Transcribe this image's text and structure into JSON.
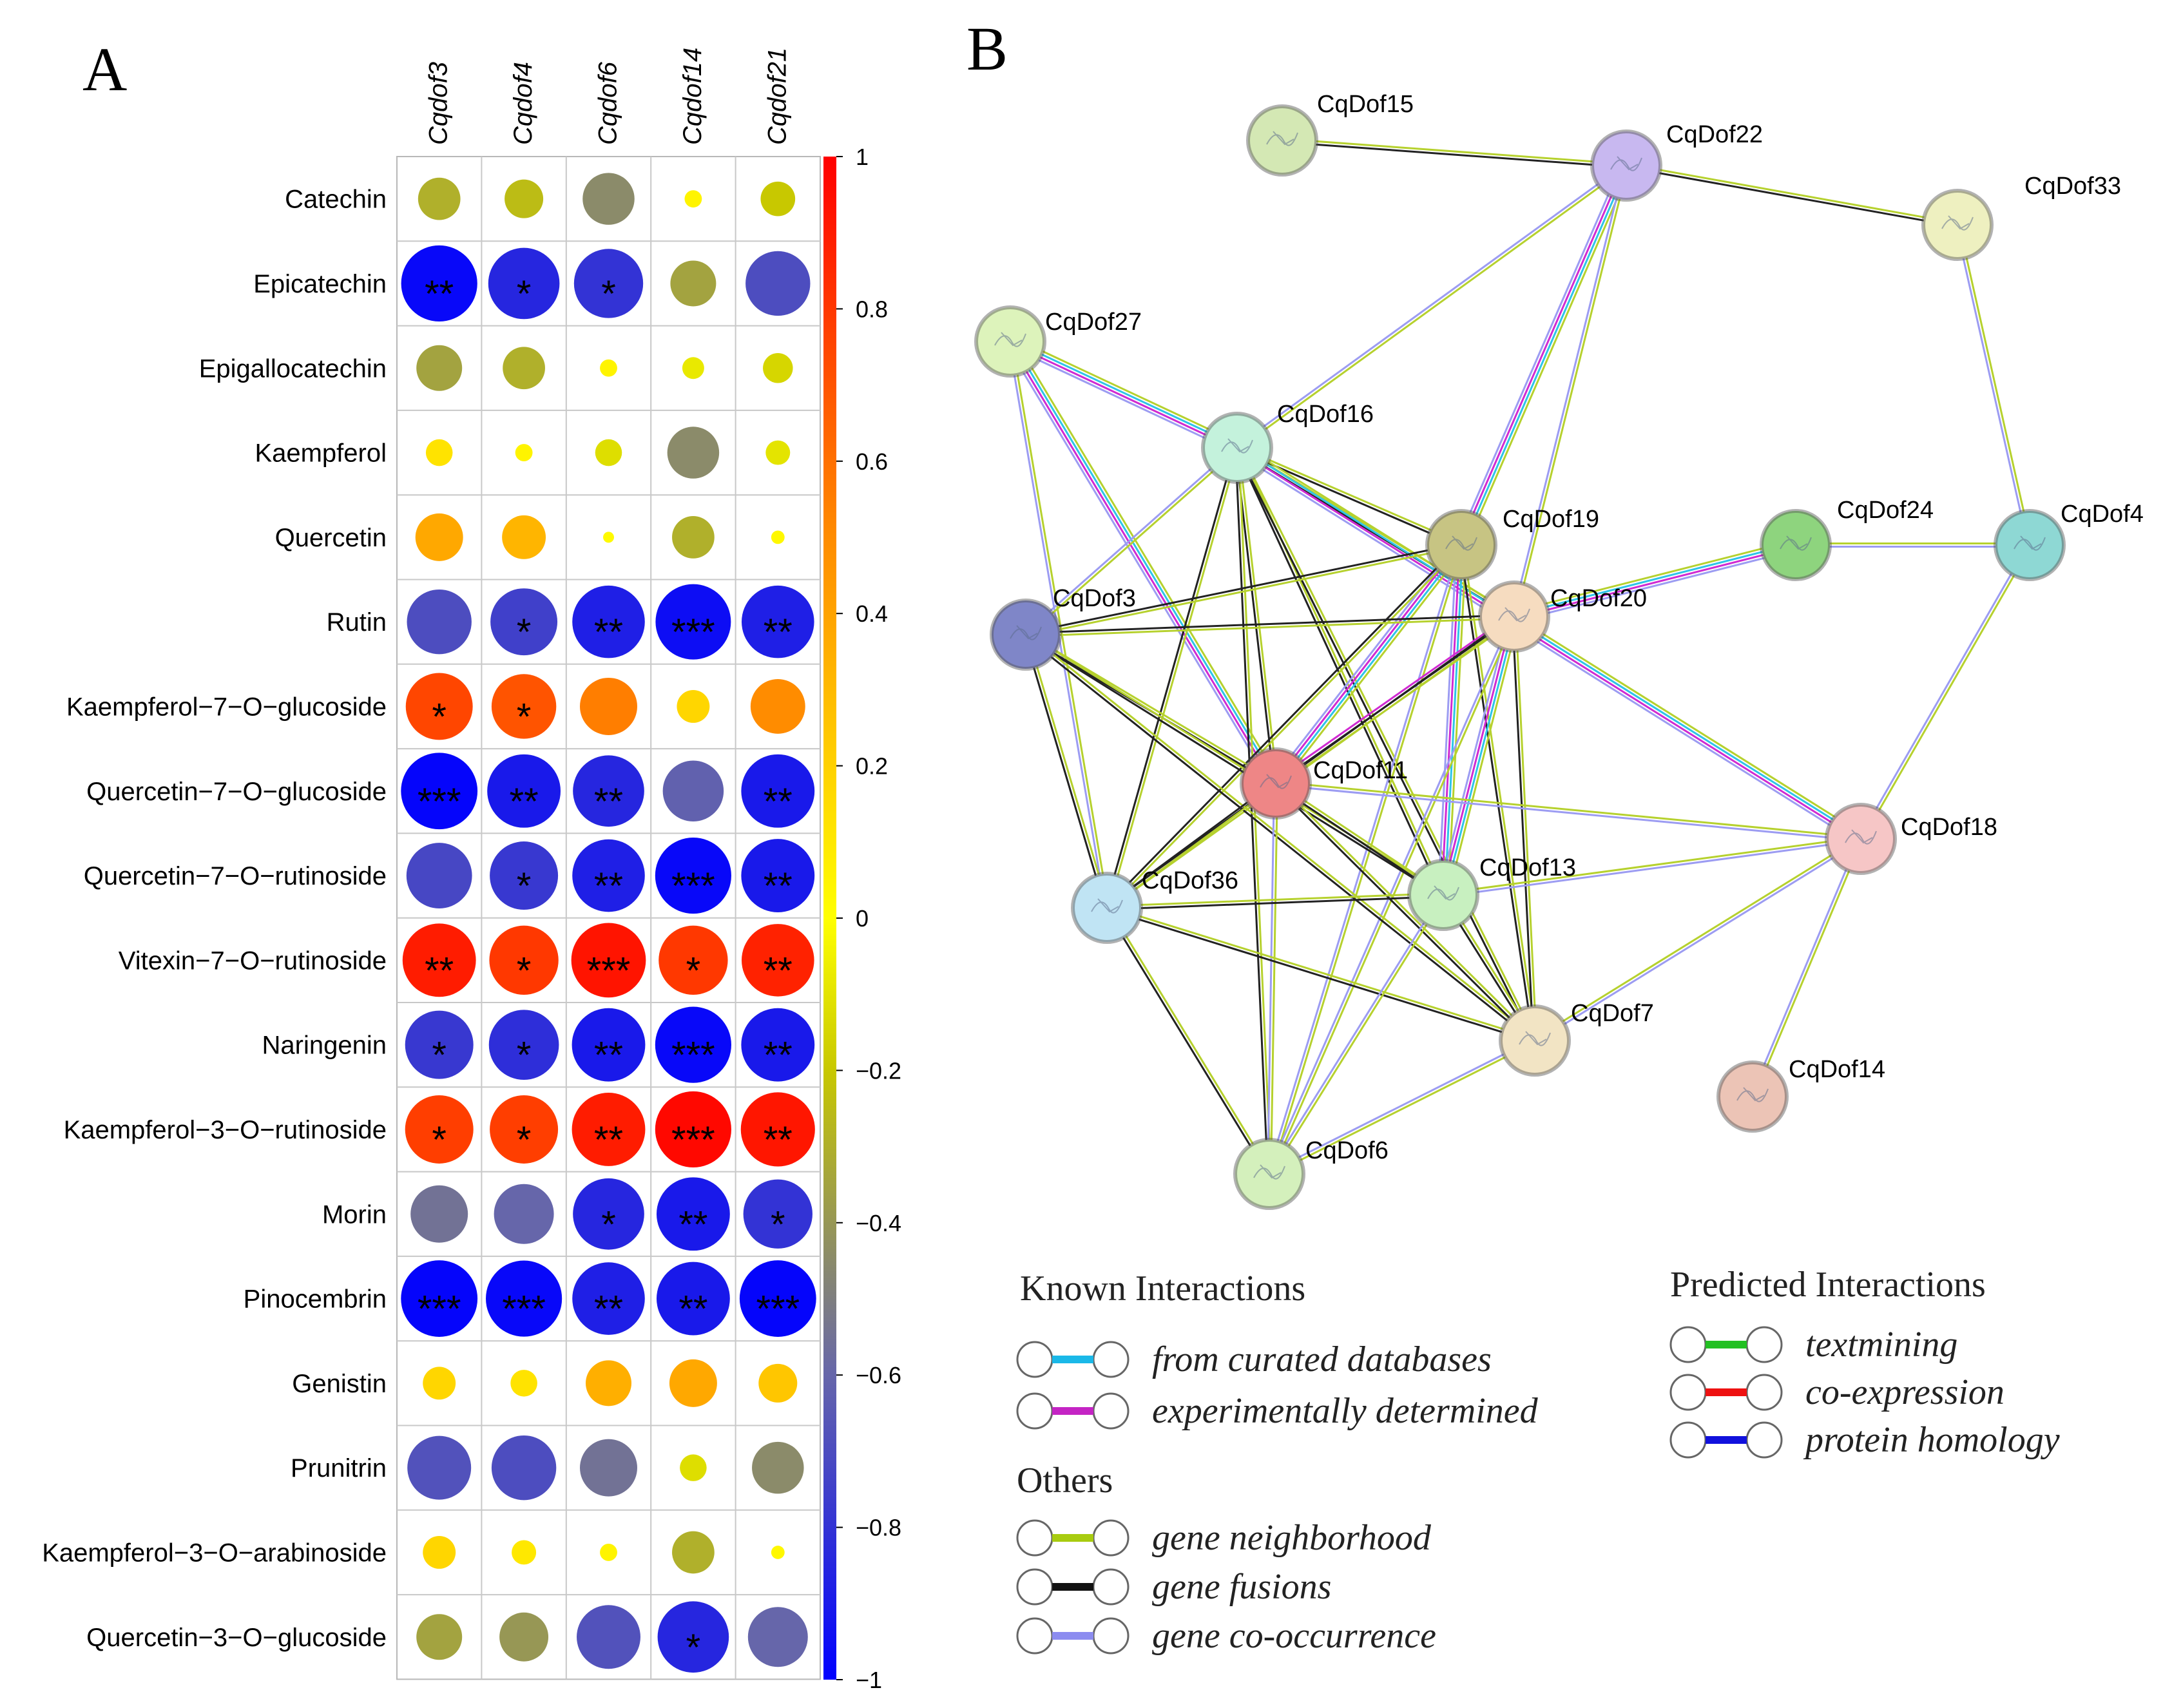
{
  "panel_a_letter": "A",
  "panel_b_letter": "B",
  "chart_data": {
    "type": "heatmap",
    "title": "",
    "columns": [
      "Cqdof3",
      "Cqdof4",
      "Cqdof6",
      "Cqdof14",
      "Cqdof21"
    ],
    "rows": [
      {
        "label": "Catechin",
        "values": [
          -0.3,
          -0.25,
          -0.45,
          0.05,
          -0.2
        ],
        "stars": [
          "",
          "",
          "",
          "",
          ""
        ]
      },
      {
        "label": "Epicatechin",
        "values": [
          -0.97,
          -0.85,
          -0.8,
          -0.35,
          -0.7
        ],
        "stars": [
          "**",
          "*",
          "*",
          "",
          ""
        ]
      },
      {
        "label": "Epigallocatechin",
        "values": [
          -0.35,
          -0.3,
          0.05,
          -0.08,
          -0.15
        ],
        "stars": [
          "",
          "",
          "",
          "",
          ""
        ]
      },
      {
        "label": "Kaempferol",
        "values": [
          0.12,
          0.05,
          -0.12,
          -0.45,
          -0.1
        ],
        "stars": [
          "",
          "",
          "",
          "",
          ""
        ]
      },
      {
        "label": "Quercetin",
        "values": [
          0.38,
          0.32,
          0.02,
          -0.3,
          0.03
        ],
        "stars": [
          "",
          "",
          "",
          "",
          ""
        ]
      },
      {
        "label": "Rutin",
        "values": [
          -0.7,
          -0.75,
          -0.88,
          -0.95,
          -0.88
        ],
        "stars": [
          "",
          "*",
          "**",
          "***",
          "**"
        ]
      },
      {
        "label": "Kaempferol−7−O−glucoside",
        "values": [
          0.75,
          0.7,
          0.55,
          0.18,
          0.5
        ],
        "stars": [
          "*",
          "*",
          "",
          "",
          ""
        ]
      },
      {
        "label": "Quercetin−7−O−glucoside",
        "values": [
          -0.98,
          -0.9,
          -0.85,
          -0.62,
          -0.9
        ],
        "stars": [
          "***",
          "**",
          "**",
          "",
          "**"
        ]
      },
      {
        "label": "Quercetin−7−O−rutinoside",
        "values": [
          -0.72,
          -0.78,
          -0.88,
          -0.97,
          -0.9
        ],
        "stars": [
          "",
          "*",
          "**",
          "***",
          "**"
        ]
      },
      {
        "label": "Vitexin−7−O−rutinoside",
        "values": [
          0.9,
          0.8,
          0.93,
          0.8,
          0.88
        ],
        "stars": [
          "**",
          "*",
          "***",
          "*",
          "**"
        ]
      },
      {
        "label": "Naringenin",
        "values": [
          -0.78,
          -0.82,
          -0.9,
          -0.97,
          -0.9
        ],
        "stars": [
          "*",
          "*",
          "**",
          "***",
          "**"
        ]
      },
      {
        "label": "Kaempferol−3−O−rutinoside",
        "values": [
          0.78,
          0.78,
          0.9,
          0.97,
          0.92
        ],
        "stars": [
          "*",
          "*",
          "**",
          "***",
          "**"
        ]
      },
      {
        "label": "Morin",
        "values": [
          -0.55,
          -0.6,
          -0.85,
          -0.9,
          -0.8
        ],
        "stars": [
          "",
          "",
          "*",
          "**",
          "*"
        ]
      },
      {
        "label": "Pinocembrin",
        "values": [
          -0.98,
          -0.97,
          -0.88,
          -0.9,
          -0.98
        ],
        "stars": [
          "***",
          "***",
          "**",
          "**",
          "***"
        ]
      },
      {
        "label": "Genistin",
        "values": [
          0.18,
          0.12,
          0.35,
          0.38,
          0.25
        ],
        "stars": [
          "",
          "",
          "",
          "",
          ""
        ]
      },
      {
        "label": "Prunitrin",
        "values": [
          -0.68,
          -0.7,
          -0.55,
          -0.12,
          -0.45
        ],
        "stars": [
          "",
          "",
          "",
          "",
          ""
        ]
      },
      {
        "label": "Kaempferol−3−O−arabinoside",
        "values": [
          0.18,
          0.1,
          0.05,
          -0.3,
          0.03
        ],
        "stars": [
          "",
          "",
          "",
          "",
          ""
        ]
      },
      {
        "label": "Quercetin−3−O−glucoside",
        "values": [
          -0.35,
          -0.4,
          -0.68,
          -0.85,
          -0.6
        ],
        "stars": [
          "",
          "",
          "",
          "*",
          ""
        ]
      }
    ],
    "colorbar": {
      "range": [
        -1,
        1
      ],
      "ticks": [
        "1",
        "0.8",
        "0.6",
        "0.4",
        "0.2",
        "0",
        "−0.2",
        "−0.4",
        "−0.6",
        "−0.8",
        "−1"
      ],
      "colors": [
        "#0000ff",
        "#6666aa",
        "#c8c800",
        "#ffff00",
        "#ff8c00",
        "#ff0000"
      ]
    }
  },
  "network": {
    "nodes": [
      {
        "id": "CqDof15",
        "color": "#d4e8b4"
      },
      {
        "id": "CqDof22",
        "color": "#c8b8f0"
      },
      {
        "id": "CqDof33",
        "color": "#eef0c0"
      },
      {
        "id": "CqDof27",
        "color": "#ddf3bb"
      },
      {
        "id": "CqDof16",
        "color": "#c4f2dc"
      },
      {
        "id": "CqDof19",
        "color": "#c7c483"
      },
      {
        "id": "CqDof24",
        "color": "#8ed47e"
      },
      {
        "id": "CqDof4",
        "color": "#8ed8d4"
      },
      {
        "id": "CqDof3",
        "color": "#7f86c8"
      },
      {
        "id": "CqDof20",
        "color": "#f6dcc0"
      },
      {
        "id": "CqDof11",
        "color": "#ee8686"
      },
      {
        "id": "CqDof18",
        "color": "#f6c6c6"
      },
      {
        "id": "CqDof36",
        "color": "#c0e4f4"
      },
      {
        "id": "CqDof13",
        "color": "#c8f0c0"
      },
      {
        "id": "CqDof7",
        "color": "#f2e4c4"
      },
      {
        "id": "CqDof14",
        "color": "#ecc4b6"
      },
      {
        "id": "CqDof6",
        "color": "#d4f0bc"
      }
    ],
    "edges": [
      [
        "CqDof15",
        "CqDof22",
        "yk"
      ],
      [
        "CqDof22",
        "CqDof33",
        "yk"
      ],
      [
        "CqDof22",
        "CqDof16",
        "yp"
      ],
      [
        "CqDof22",
        "CqDof19",
        "ycmp"
      ],
      [
        "CqDof22",
        "CqDof20",
        "yp"
      ],
      [
        "CqDof33",
        "CqDof4",
        "yp"
      ],
      [
        "CqDof27",
        "CqDof16",
        "ycmp"
      ],
      [
        "CqDof27",
        "CqDof11",
        "ycmp"
      ],
      [
        "CqDof27",
        "CqDof36",
        "yp"
      ],
      [
        "CqDof16",
        "CqDof19",
        "yk"
      ],
      [
        "CqDof16",
        "CqDof20",
        "yk"
      ],
      [
        "CqDof16",
        "CqDof11",
        "yk"
      ],
      [
        "CqDof16",
        "CqDof3",
        "yp"
      ],
      [
        "CqDof16",
        "CqDof36",
        "yk"
      ],
      [
        "CqDof16",
        "CqDof13",
        "yk"
      ],
      [
        "CqDof16",
        "CqDof7",
        "yk"
      ],
      [
        "CqDof16",
        "CqDof6",
        "yk"
      ],
      [
        "CqDof16",
        "CqDof18",
        "ycmp"
      ],
      [
        "CqDof19",
        "CqDof11",
        "ycmp"
      ],
      [
        "CqDof19",
        "CqDof3",
        "yk"
      ],
      [
        "CqDof19",
        "CqDof36",
        "yk"
      ],
      [
        "CqDof19",
        "CqDof13",
        "ycmp"
      ],
      [
        "CqDof19",
        "CqDof7",
        "yk"
      ],
      [
        "CqDof19",
        "CqDof6",
        "yp"
      ],
      [
        "CqDof20",
        "CqDof24",
        "ycmp"
      ],
      [
        "CqDof20",
        "CqDof11",
        "ykm"
      ],
      [
        "CqDof20",
        "CqDof3",
        "yk"
      ],
      [
        "CqDof20",
        "CqDof36",
        "yk"
      ],
      [
        "CqDof20",
        "CqDof13",
        "ycmp"
      ],
      [
        "CqDof20",
        "CqDof7",
        "yk"
      ],
      [
        "CqDof20",
        "CqDof6",
        "yp"
      ],
      [
        "CqDof24",
        "CqDof4",
        "yp"
      ],
      [
        "CqDof4",
        "CqDof18",
        "yp"
      ],
      [
        "CqDof3",
        "CqDof11",
        "yk"
      ],
      [
        "CqDof3",
        "CqDof36",
        "yk"
      ],
      [
        "CqDof3",
        "CqDof13",
        "yk"
      ],
      [
        "CqDof3",
        "CqDof7",
        "yk"
      ],
      [
        "CqDof11",
        "CqDof36",
        "yk"
      ],
      [
        "CqDof11",
        "CqDof13",
        "yk"
      ],
      [
        "CqDof11",
        "CqDof7",
        "yk"
      ],
      [
        "CqDof11",
        "CqDof6",
        "yp"
      ],
      [
        "CqDof11",
        "CqDof18",
        "yp"
      ],
      [
        "CqDof36",
        "CqDof13",
        "yk"
      ],
      [
        "CqDof36",
        "CqDof7",
        "yk"
      ],
      [
        "CqDof36",
        "CqDof6",
        "yk"
      ],
      [
        "CqDof13",
        "CqDof7",
        "yk"
      ],
      [
        "CqDof13",
        "CqDof6",
        "yp"
      ],
      [
        "CqDof13",
        "CqDof18",
        "yp"
      ],
      [
        "CqDof7",
        "CqDof18",
        "yp"
      ],
      [
        "CqDof7",
        "CqDof6",
        "yp"
      ],
      [
        "CqDof18",
        "CqDof14",
        "yp"
      ]
    ],
    "edge_colors": {
      "y": "#b6d12e",
      "k": "#222222",
      "p": "#9c9cf2",
      "c": "#2ec4e8",
      "m": "#d02ad2"
    }
  },
  "legend": {
    "known_title": "Known Interactions",
    "known": [
      {
        "label": "from curated databases",
        "color": "#1ab8e8"
      },
      {
        "label": "experimentally determined",
        "color": "#c424c4"
      }
    ],
    "predicted_title": "Predicted Interactions",
    "predicted": [
      {
        "label": "textmining",
        "color": "#22c022"
      },
      {
        "label": "co-expression",
        "color": "#ee1111"
      },
      {
        "label": "protein homology",
        "color": "#1111dd"
      }
    ],
    "others_title": "Others",
    "others": [
      {
        "label": "gene neighborhood",
        "color": "#a8cc10"
      },
      {
        "label": "gene fusions",
        "color": "#111111"
      },
      {
        "label": "gene co-occurrence",
        "color": "#8c8cf0"
      }
    ]
  }
}
